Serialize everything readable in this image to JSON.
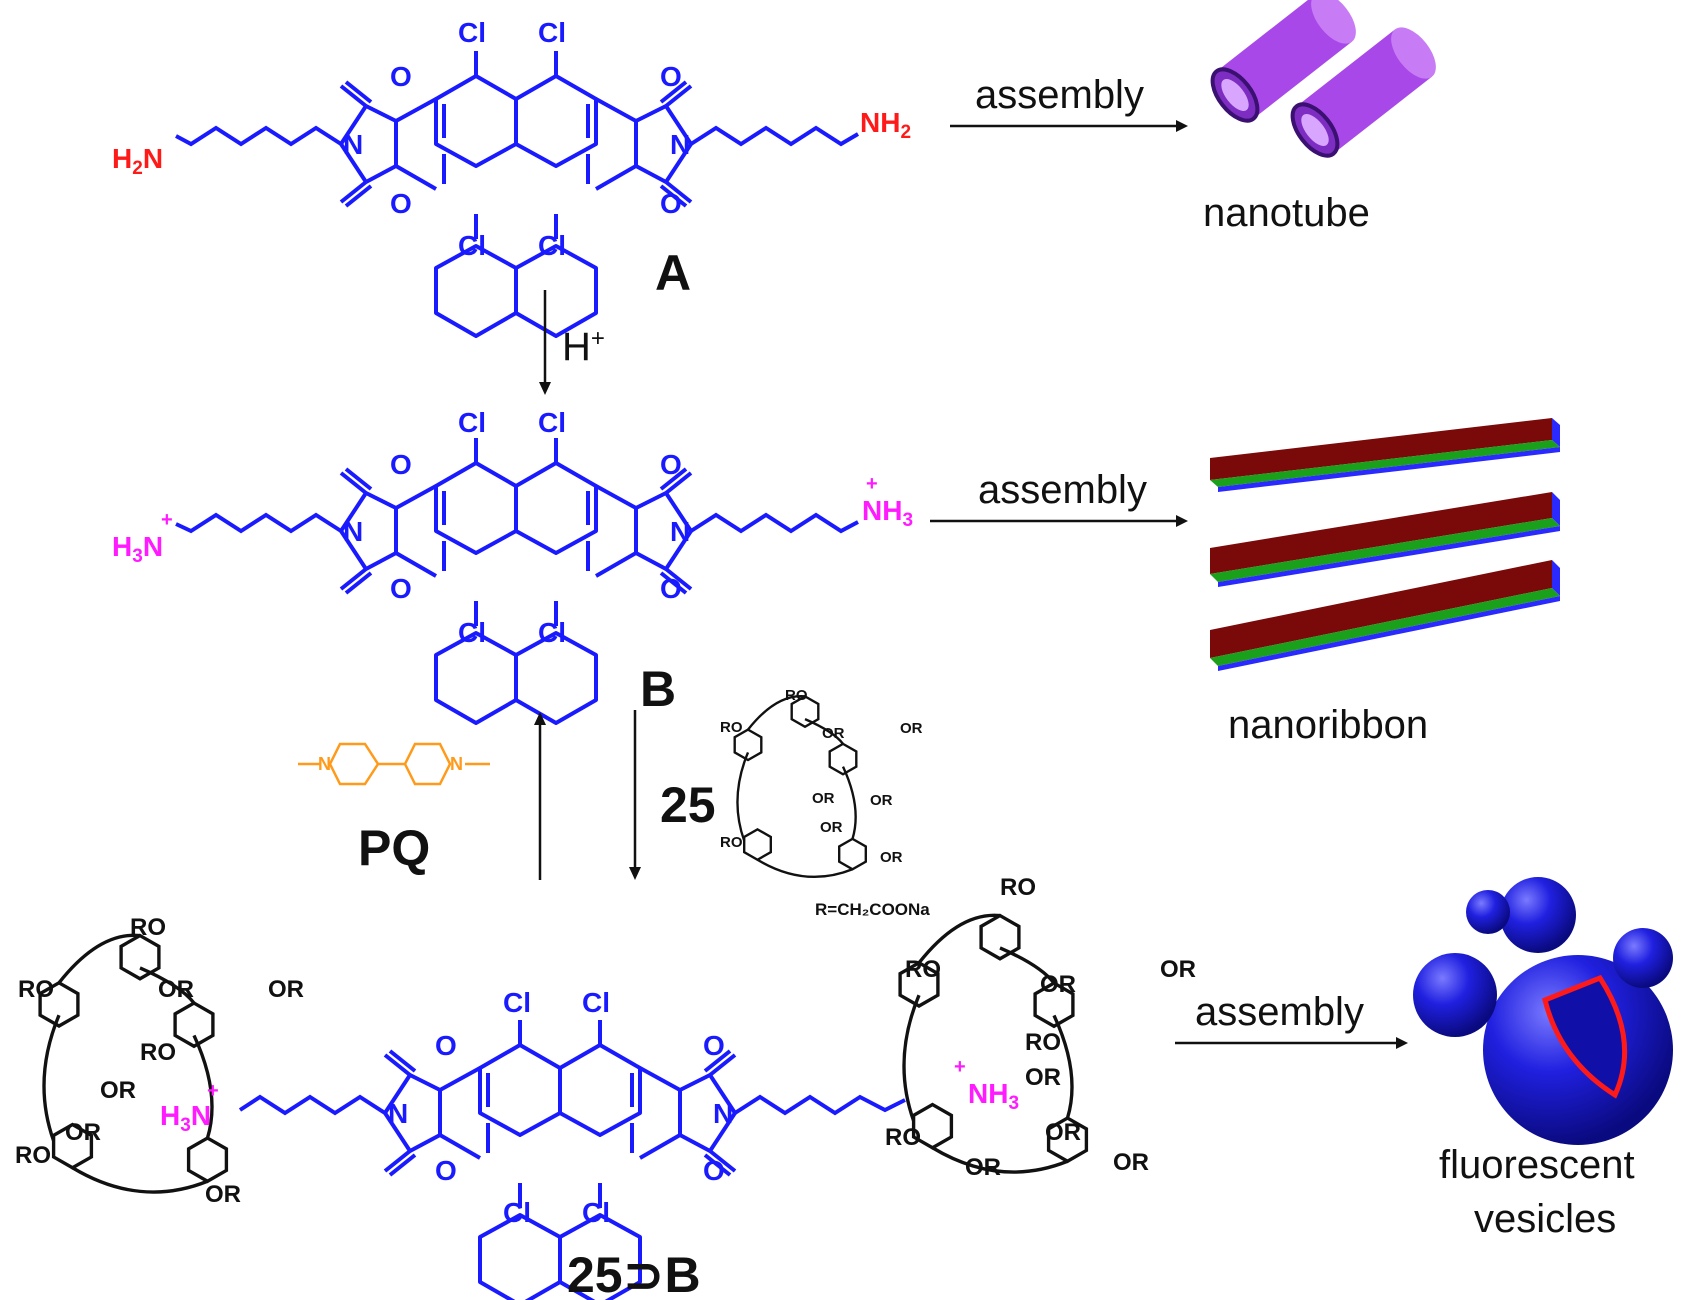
{
  "compounds": {
    "a": "A",
    "b": "B",
    "complex": "25⊃B",
    "host": "25",
    "guest": "PQ"
  },
  "arrows": {
    "assembly_1": "assembly",
    "assembly_2": "assembly",
    "assembly_3": "assembly",
    "acid": "H",
    "acid_sup": "+"
  },
  "products": {
    "nanotube": "nanotube",
    "nanoribbon": "nanoribbon",
    "vesicles_line1": "fluorescent",
    "vesicles_line2": "vesicles"
  },
  "atoms": {
    "cl": "Cl",
    "o": "O",
    "n": "N",
    "nh2": "NH",
    "h2n": "H",
    "nh3": "NH",
    "h3n": "H",
    "sub2": "2",
    "sub3": "3",
    "plus": "+",
    "ro": "RO",
    "or": "OR"
  },
  "note": "R=CH₂COONa",
  "colors": {
    "core": "#1a1aff",
    "amine": "#ff1a1a",
    "ammonium": "#ff1aff",
    "paraquat": "#ff9a1a",
    "tube": "#a848e8",
    "ribbon_top": "#7a0a0a",
    "ribbon_blue": "#2a2aff",
    "ribbon_green": "#1aa01a",
    "vesicle": "#1e1ed8",
    "vesicle_cut": "#ff1a1a"
  }
}
